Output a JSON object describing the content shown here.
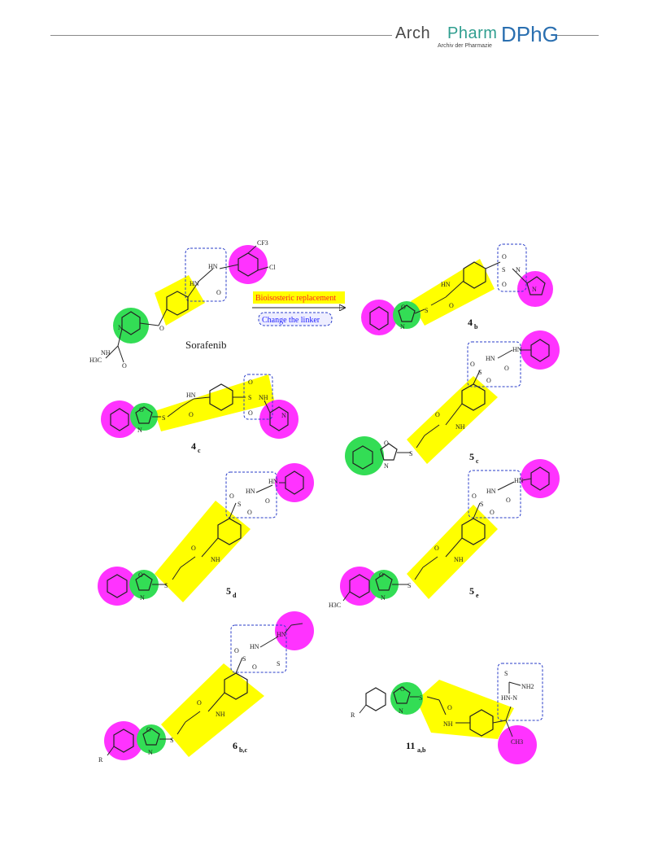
{
  "header": {
    "logo_arch": "Arch",
    "logo_pharm": "Pharm",
    "logo_dphg": "DPhG",
    "logo_subtitle": "Archiv der Pharmazie"
  },
  "colors": {
    "linker": "#ffff00",
    "terminal_ring": "#ff33ff",
    "heterocycle": "#33dd55",
    "dashed_box": "#2a3dc8",
    "arrow_label_1": "#ff2020",
    "arrow_label_2": "#2020ff"
  },
  "arrow": {
    "label_1": "Bioisosteric replacement",
    "label_2": "Change the linker"
  },
  "compounds": {
    "sorafenib": "Sorafenib",
    "c4b_main": "4",
    "c4b_sub": "b",
    "c4c_main": "4",
    "c4c_sub": "c",
    "c5c_main": "5",
    "c5c_sub": "c",
    "c5d_main": "5",
    "c5d_sub": "d",
    "c5e_main": "5",
    "c5e_sub": "e",
    "c6_main": "6",
    "c6_sub": "b,c",
    "c11_main": "11",
    "c11_sub": "a,b"
  },
  "atoms": {
    "cf3": "CF3",
    "cl": "Cl",
    "hn": "HN",
    "nh": "NH",
    "o": "O",
    "n": "N",
    "s": "S",
    "h3c": "H3C",
    "ch3": "CH3",
    "nh2": "NH2",
    "r": "R",
    "hn_n": "HN-N"
  }
}
